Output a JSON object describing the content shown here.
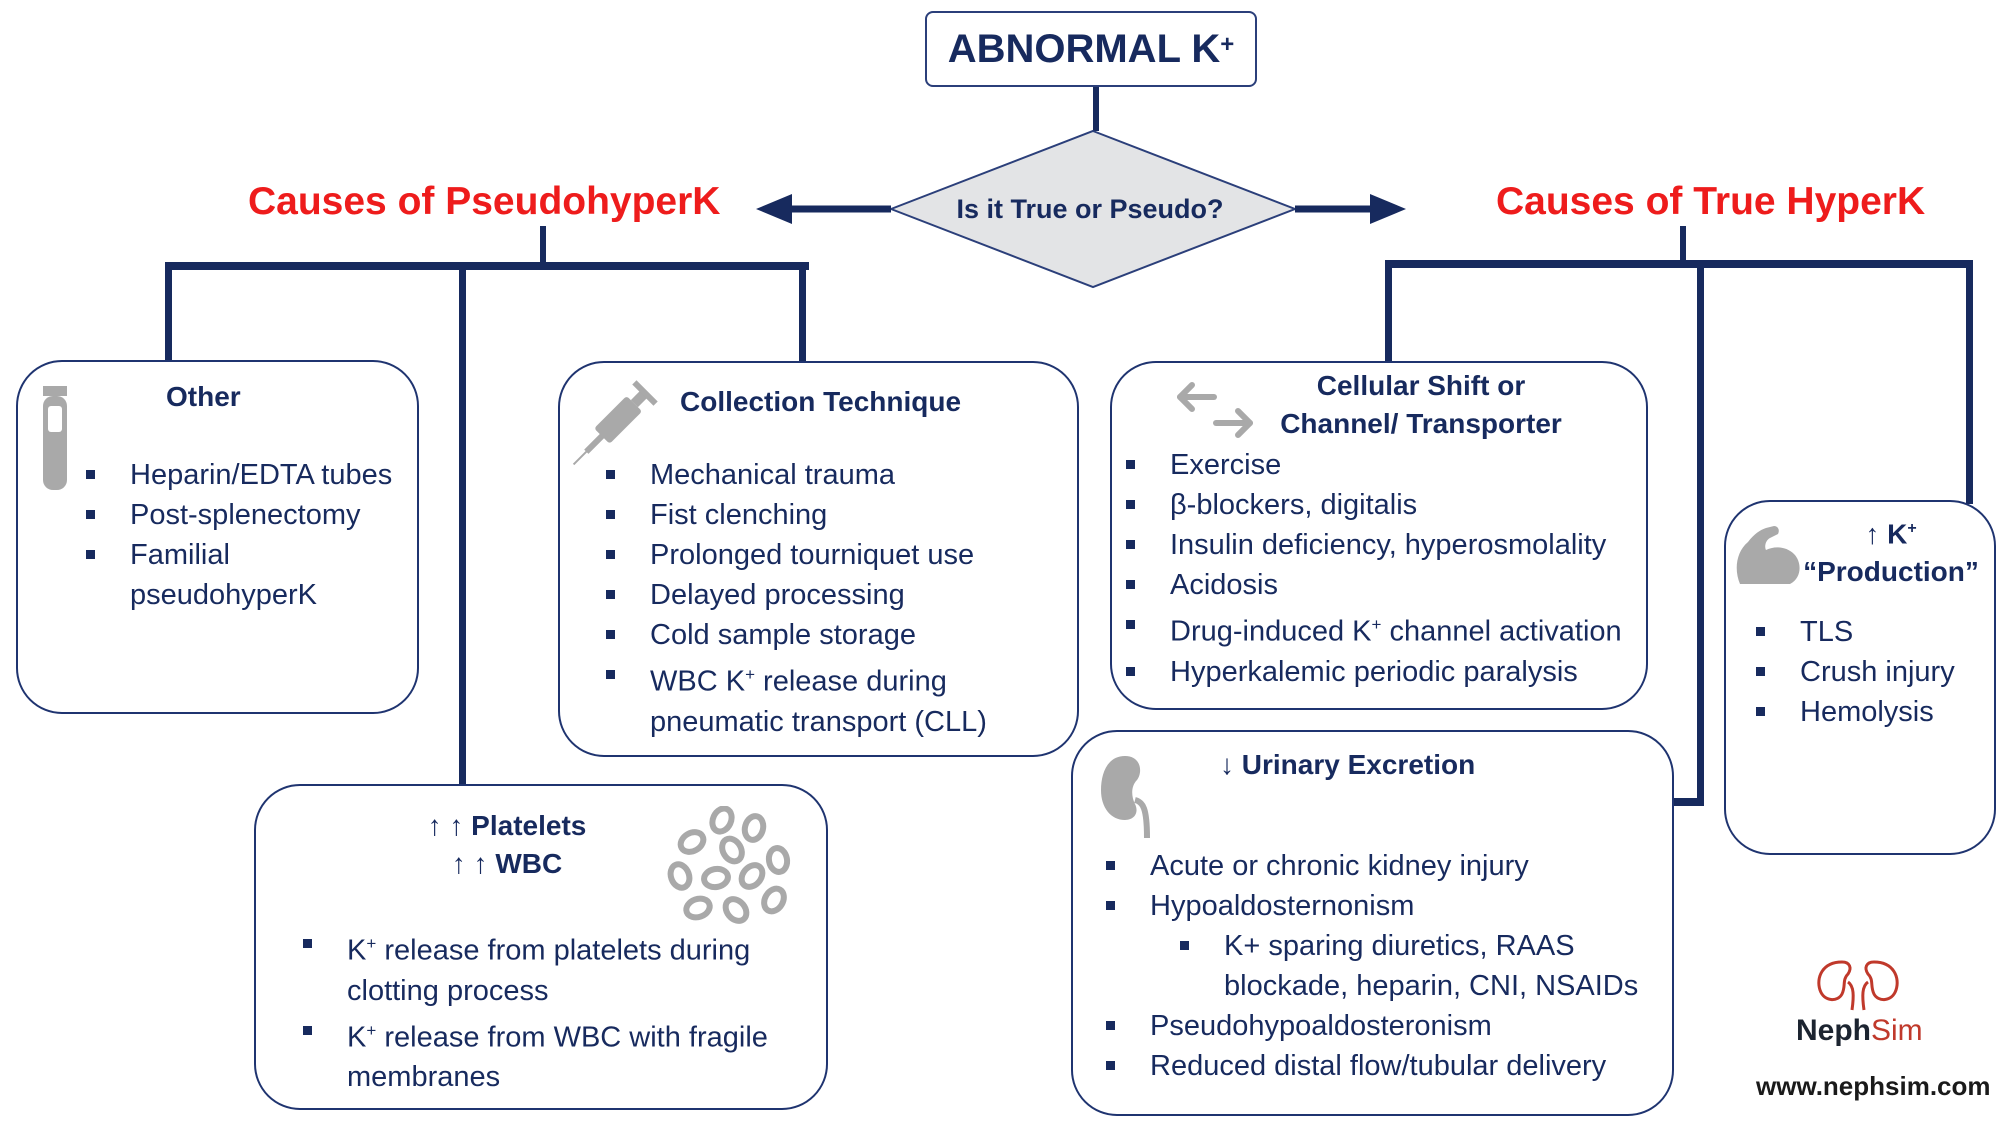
{
  "title": {
    "text": "ABNORMAL K",
    "sup": "+"
  },
  "decision": {
    "text": "Is it True or Pseudo?"
  },
  "left_branch": {
    "title": "Causes of PseudohyperK"
  },
  "right_branch": {
    "title": "Causes of True HyperK"
  },
  "boxes": {
    "other": {
      "title": "Other",
      "icon": "test-tube-icon",
      "items": [
        "Heparin/EDTA tubes",
        "Post-splenectomy",
        "Familial pseudohyperK"
      ]
    },
    "collection": {
      "title": "Collection Technique",
      "icon": "syringe-icon",
      "items": [
        "Mechanical trauma",
        "Fist clenching",
        "Prolonged tourniquet use",
        "Delayed processing",
        "Cold sample storage"
      ],
      "last_item": {
        "pre": "WBC K",
        "sup": "+",
        "post": " release during pneumatic transport (CLL)"
      }
    },
    "platelets": {
      "line1": "↑ ↑  Platelets",
      "line2": "↑ ↑ WBC",
      "icon": "cells-icon",
      "items": [
        {
          "pre": "K",
          "sup": "+",
          "post": " release from platelets during clotting process"
        },
        {
          "pre": "K",
          "sup": "+",
          "post": " release from WBC with fragile membranes"
        }
      ]
    },
    "cellular": {
      "line1": "Cellular Shift or",
      "line2": "Channel/ Transporter",
      "icon": "shift-arrows-icon",
      "items": [
        "Exercise",
        "β-blockers, digitalis",
        "Insulin deficiency, hyperosmolality",
        "Acidosis"
      ],
      "drug_item": {
        "pre": "Drug-induced K",
        "sup": "+",
        "post": " channel activation"
      },
      "last_item": "Hyperkalemic periodic paralysis"
    },
    "urinary": {
      "title": "↓ Urinary Excretion",
      "icon": "kidney-icon",
      "items": [
        "Acute or chronic kidney injury",
        "Hypoaldosternonism"
      ],
      "sub_item": "K+ sparing diuretics, RAAS blockade, heparin, CNI, NSAIDs",
      "items2": [
        "Pseudohypoaldosteronism",
        "Reduced distal flow/tubular delivery"
      ]
    },
    "production": {
      "line1_arrow": "↑ K",
      "line1_sup": "+",
      "line2": "“Production”",
      "icon": "muscle-icon",
      "items": [
        "TLS",
        "Crush injury",
        "Hemolysis"
      ]
    }
  },
  "logo": {
    "bold": "Neph",
    "thin": "Sim",
    "icon": "kidneys-logo-icon",
    "accent": "#c0392b"
  },
  "url": "www.nephsim.com",
  "colors": {
    "navy": "#172a5e",
    "red": "#ee1c1c",
    "diamond_fill": "#e3e4e6",
    "icon_gray": "#a9a9a9"
  }
}
